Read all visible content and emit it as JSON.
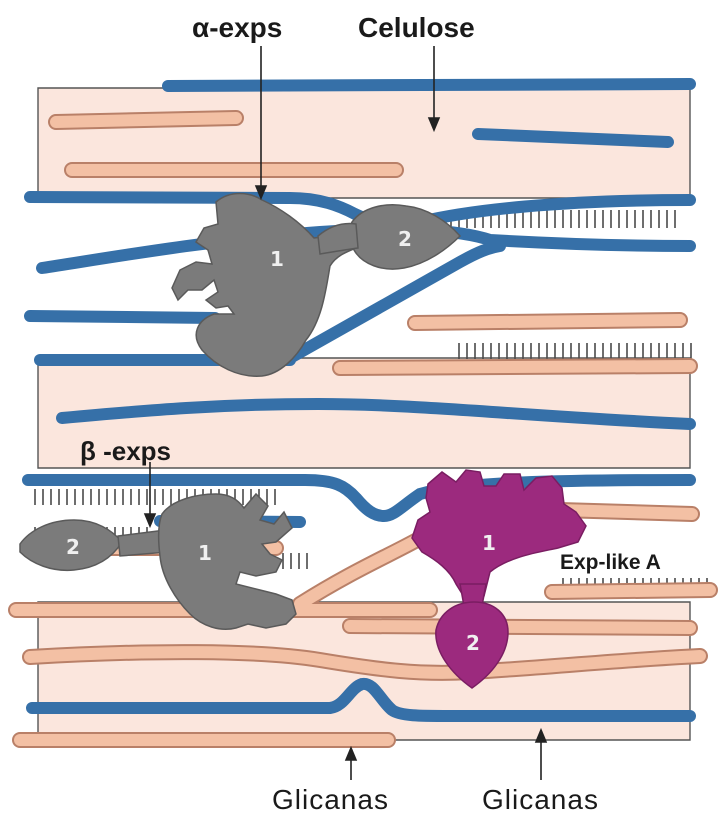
{
  "labels": {
    "alpha_exps": "α-exps",
    "celulose": "Celulose",
    "beta_exps": "β -exps",
    "exp_like_a": "Exp-like A",
    "glicanas_left": "Glicanas",
    "glicanas_right": "Glicanas"
  },
  "domains": {
    "alpha_d1": "1",
    "alpha_d2": "2",
    "beta_d1": "1",
    "beta_d2": "2",
    "explike_d1": "1",
    "explike_d2": "2"
  },
  "colors": {
    "cellulose_fibril": "#3670a8",
    "glycan_chain": "#f3c0a4",
    "glycan_outline": "#b98068",
    "microfibril_fill": "#fbe6dd",
    "expansin": "#7b7b7b",
    "exp_like": "#9c2a7e"
  }
}
